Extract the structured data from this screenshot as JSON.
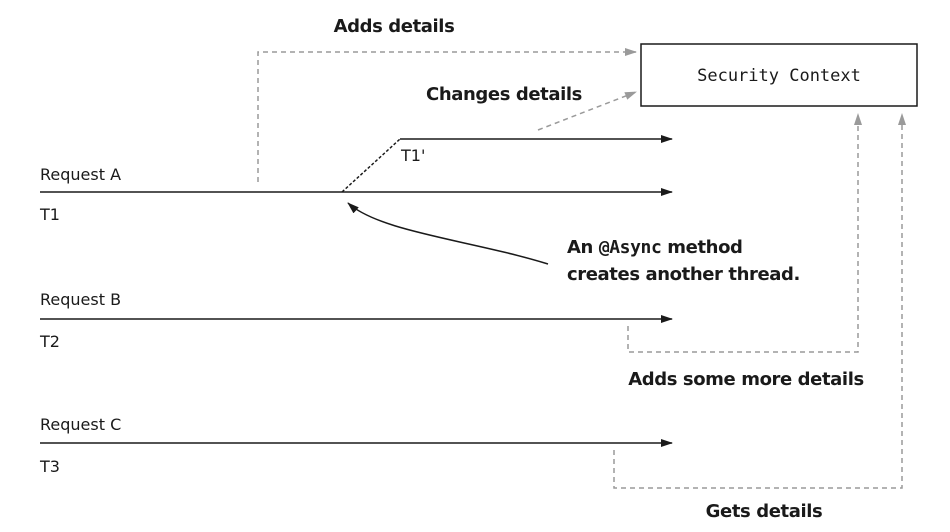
{
  "security_context": {
    "label": "Security Context"
  },
  "requests": [
    {
      "name": "Request A",
      "thread": "T1"
    },
    {
      "name": "Request B",
      "thread": "T2"
    },
    {
      "name": "Request C",
      "thread": "T3"
    }
  ],
  "async_thread": {
    "label": "T1'"
  },
  "annotations": {
    "adds_details": "Adds details",
    "changes_details": "Changes details",
    "async_note_prefix": "An ",
    "async_note_code": "@Async",
    "async_note_suffix": " method",
    "async_note_line2": "creates another thread.",
    "adds_more_details": "Adds some more details",
    "gets_details": "Gets details"
  }
}
